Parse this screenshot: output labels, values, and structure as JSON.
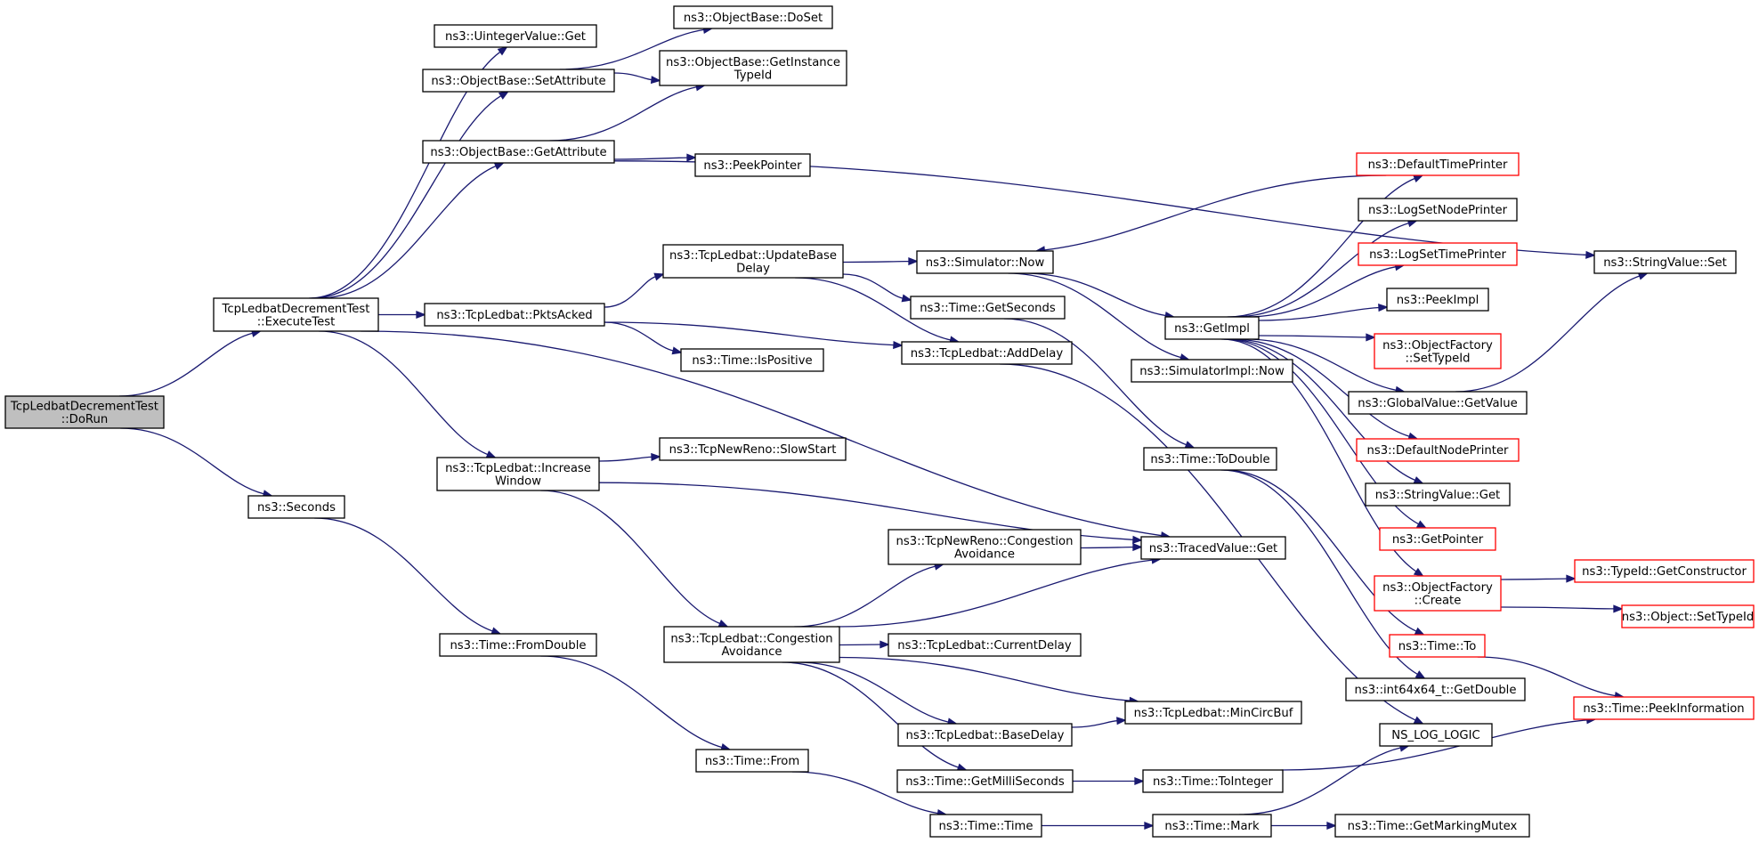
{
  "colors": {
    "edge": "#191970",
    "border_normal": "#000000",
    "border_truncated": "#ff0000",
    "root_fill": "#bfbfbf",
    "node_fill": "#ffffff"
  },
  "nodes": [
    {
      "id": "dorun",
      "lines": [
        "TcpLedbatDecrementTest",
        "::DoRun"
      ],
      "kind": "root"
    },
    {
      "id": "executetest",
      "lines": [
        "TcpLedbatDecrementTest",
        "::ExecuteTest"
      ],
      "kind": "normal"
    },
    {
      "id": "seconds",
      "lines": [
        "ns3::Seconds"
      ],
      "kind": "normal"
    },
    {
      "id": "uintegerget",
      "lines": [
        "ns3::UintegerValue::Get"
      ],
      "kind": "normal"
    },
    {
      "id": "setattribute",
      "lines": [
        "ns3::ObjectBase::SetAttribute"
      ],
      "kind": "normal"
    },
    {
      "id": "getattribute",
      "lines": [
        "ns3::ObjectBase::GetAttribute"
      ],
      "kind": "normal"
    },
    {
      "id": "pktsacked",
      "lines": [
        "ns3::TcpLedbat::PktsAcked"
      ],
      "kind": "normal"
    },
    {
      "id": "increasewindow",
      "lines": [
        "ns3::TcpLedbat::Increase",
        "Window"
      ],
      "kind": "normal"
    },
    {
      "id": "fromdouble",
      "lines": [
        "ns3::Time::FromDouble"
      ],
      "kind": "normal"
    },
    {
      "id": "doset",
      "lines": [
        "ns3::ObjectBase::DoSet"
      ],
      "kind": "normal"
    },
    {
      "id": "getinstancetypeid",
      "lines": [
        "ns3::ObjectBase::GetInstance",
        "TypeId"
      ],
      "kind": "normal"
    },
    {
      "id": "peekpointer",
      "lines": [
        "ns3::PeekPointer"
      ],
      "kind": "normal"
    },
    {
      "id": "updatebasedelay",
      "lines": [
        "ns3::TcpLedbat::UpdateBase",
        "Delay"
      ],
      "kind": "normal"
    },
    {
      "id": "ispositive",
      "lines": [
        "ns3::Time::IsPositive"
      ],
      "kind": "normal"
    },
    {
      "id": "slowstart",
      "lines": [
        "ns3::TcpNewReno::SlowStart"
      ],
      "kind": "normal"
    },
    {
      "id": "ledbatcongavoid",
      "lines": [
        "ns3::TcpLedbat::Congestion",
        "Avoidance"
      ],
      "kind": "normal"
    },
    {
      "id": "timefrom",
      "lines": [
        "ns3::Time::From"
      ],
      "kind": "normal"
    },
    {
      "id": "simnow",
      "lines": [
        "ns3::Simulator::Now"
      ],
      "kind": "normal"
    },
    {
      "id": "getseconds",
      "lines": [
        "ns3::Time::GetSeconds"
      ],
      "kind": "normal"
    },
    {
      "id": "adddelay",
      "lines": [
        "ns3::TcpLedbat::AddDelay"
      ],
      "kind": "normal"
    },
    {
      "id": "newrenocongavoid",
      "lines": [
        "ns3::TcpNewReno::Congestion",
        "Avoidance"
      ],
      "kind": "normal"
    },
    {
      "id": "currentdelay",
      "lines": [
        "ns3::TcpLedbat::CurrentDelay"
      ],
      "kind": "normal"
    },
    {
      "id": "basedelay",
      "lines": [
        "ns3::TcpLedbat::BaseDelay"
      ],
      "kind": "normal"
    },
    {
      "id": "getmilliseconds",
      "lines": [
        "ns3::Time::GetMilliSeconds"
      ],
      "kind": "normal"
    },
    {
      "id": "timetime",
      "lines": [
        "ns3::Time::Time"
      ],
      "kind": "normal"
    },
    {
      "id": "tracedget",
      "lines": [
        "ns3::TracedValue::Get"
      ],
      "kind": "normal"
    },
    {
      "id": "mincircbuf",
      "lines": [
        "ns3::TcpLedbat::MinCircBuf"
      ],
      "kind": "normal"
    },
    {
      "id": "toint",
      "lines": [
        "ns3::Time::ToInteger"
      ],
      "kind": "normal"
    },
    {
      "id": "timemark",
      "lines": [
        "ns3::Time::Mark"
      ],
      "kind": "normal"
    },
    {
      "id": "getimpl",
      "lines": [
        "ns3::GetImpl"
      ],
      "kind": "normal"
    },
    {
      "id": "simimplnow",
      "lines": [
        "ns3::SimulatorImpl::Now"
      ],
      "kind": "normal"
    },
    {
      "id": "todouble",
      "lines": [
        "ns3::Time::ToDouble"
      ],
      "kind": "normal"
    },
    {
      "id": "int64getdouble",
      "lines": [
        "ns3::int64x64_t::GetDouble"
      ],
      "kind": "normal"
    },
    {
      "id": "nsloglogic",
      "lines": [
        "NS_LOG_LOGIC"
      ],
      "kind": "normal"
    },
    {
      "id": "getmarkingmutex",
      "lines": [
        "ns3::Time::GetMarkingMutex"
      ],
      "kind": "normal"
    },
    {
      "id": "defaulttimeprinter",
      "lines": [
        "ns3::DefaultTimePrinter"
      ],
      "kind": "truncated"
    },
    {
      "id": "logsetnodeprinter",
      "lines": [
        "ns3::LogSetNodePrinter"
      ],
      "kind": "normal"
    },
    {
      "id": "logsettimeprinter",
      "lines": [
        "ns3::LogSetTimePrinter"
      ],
      "kind": "truncated"
    },
    {
      "id": "peekimpl",
      "lines": [
        "ns3::PeekImpl"
      ],
      "kind": "normal"
    },
    {
      "id": "ofsettypeid",
      "lines": [
        "ns3::ObjectFactory",
        "::SetTypeId"
      ],
      "kind": "truncated"
    },
    {
      "id": "globalgetvalue",
      "lines": [
        "ns3::GlobalValue::GetValue"
      ],
      "kind": "normal"
    },
    {
      "id": "defaultnodeprinter",
      "lines": [
        "ns3::DefaultNodePrinter"
      ],
      "kind": "truncated"
    },
    {
      "id": "stringget",
      "lines": [
        "ns3::StringValue::Get"
      ],
      "kind": "normal"
    },
    {
      "id": "getpointer",
      "lines": [
        "ns3::GetPointer"
      ],
      "kind": "truncated"
    },
    {
      "id": "ofcreate",
      "lines": [
        "ns3::ObjectFactory",
        "::Create"
      ],
      "kind": "truncated"
    },
    {
      "id": "timeto",
      "lines": [
        "ns3::Time::To"
      ],
      "kind": "truncated"
    },
    {
      "id": "stringset",
      "lines": [
        "ns3::StringValue::Set"
      ],
      "kind": "normal"
    },
    {
      "id": "getconstructor",
      "lines": [
        "ns3::TypeId::GetConstructor"
      ],
      "kind": "truncated"
    },
    {
      "id": "objsettypeid",
      "lines": [
        "ns3::Object::SetTypeId"
      ],
      "kind": "truncated"
    },
    {
      "id": "peekinformation",
      "lines": [
        "ns3::Time::PeekInformation"
      ],
      "kind": "truncated"
    }
  ],
  "edges": [
    [
      "dorun",
      "executetest"
    ],
    [
      "dorun",
      "seconds"
    ],
    [
      "executetest",
      "uintegerget"
    ],
    [
      "executetest",
      "setattribute"
    ],
    [
      "executetest",
      "getattribute"
    ],
    [
      "executetest",
      "pktsacked"
    ],
    [
      "executetest",
      "increasewindow"
    ],
    [
      "executetest",
      "tracedget"
    ],
    [
      "seconds",
      "fromdouble"
    ],
    [
      "setattribute",
      "doset"
    ],
    [
      "setattribute",
      "getinstancetypeid"
    ],
    [
      "getattribute",
      "getinstancetypeid"
    ],
    [
      "getattribute",
      "peekpointer"
    ],
    [
      "getattribute",
      "stringset"
    ],
    [
      "pktsacked",
      "updatebasedelay"
    ],
    [
      "pktsacked",
      "ispositive"
    ],
    [
      "pktsacked",
      "adddelay"
    ],
    [
      "increasewindow",
      "slowstart"
    ],
    [
      "increasewindow",
      "tracedget"
    ],
    [
      "increasewindow",
      "ledbatcongavoid"
    ],
    [
      "fromdouble",
      "timefrom"
    ],
    [
      "updatebasedelay",
      "simnow"
    ],
    [
      "updatebasedelay",
      "getseconds"
    ],
    [
      "updatebasedelay",
      "adddelay"
    ],
    [
      "ledbatcongavoid",
      "newrenocongavoid"
    ],
    [
      "ledbatcongavoid",
      "tracedget"
    ],
    [
      "ledbatcongavoid",
      "currentdelay"
    ],
    [
      "ledbatcongavoid",
      "mincircbuf"
    ],
    [
      "ledbatcongavoid",
      "basedelay"
    ],
    [
      "ledbatcongavoid",
      "getmilliseconds"
    ],
    [
      "timefrom",
      "timetime"
    ],
    [
      "simnow",
      "getimpl"
    ],
    [
      "simnow",
      "simimplnow"
    ],
    [
      "getseconds",
      "todouble"
    ],
    [
      "adddelay",
      "nsloglogic"
    ],
    [
      "newrenocongavoid",
      "tracedget"
    ],
    [
      "basedelay",
      "mincircbuf"
    ],
    [
      "getmilliseconds",
      "toint"
    ],
    [
      "timetime",
      "timemark"
    ],
    [
      "toint",
      "peekinformation"
    ],
    [
      "timemark",
      "nsloglogic"
    ],
    [
      "timemark",
      "getmarkingmutex"
    ],
    [
      "getimpl",
      "defaulttimeprinter"
    ],
    [
      "getimpl",
      "logsetnodeprinter"
    ],
    [
      "getimpl",
      "logsettimeprinter"
    ],
    [
      "getimpl",
      "peekimpl"
    ],
    [
      "getimpl",
      "ofsettypeid"
    ],
    [
      "getimpl",
      "globalgetvalue"
    ],
    [
      "getimpl",
      "defaultnodeprinter"
    ],
    [
      "getimpl",
      "stringget"
    ],
    [
      "getimpl",
      "getpointer"
    ],
    [
      "getimpl",
      "ofcreate"
    ],
    [
      "defaulttimeprinter",
      "simnow"
    ],
    [
      "todouble",
      "timeto"
    ],
    [
      "todouble",
      "int64getdouble"
    ],
    [
      "globalgetvalue",
      "stringset"
    ],
    [
      "ofcreate",
      "getconstructor"
    ],
    [
      "ofcreate",
      "objsettypeid"
    ],
    [
      "timeto",
      "peekinformation"
    ]
  ]
}
